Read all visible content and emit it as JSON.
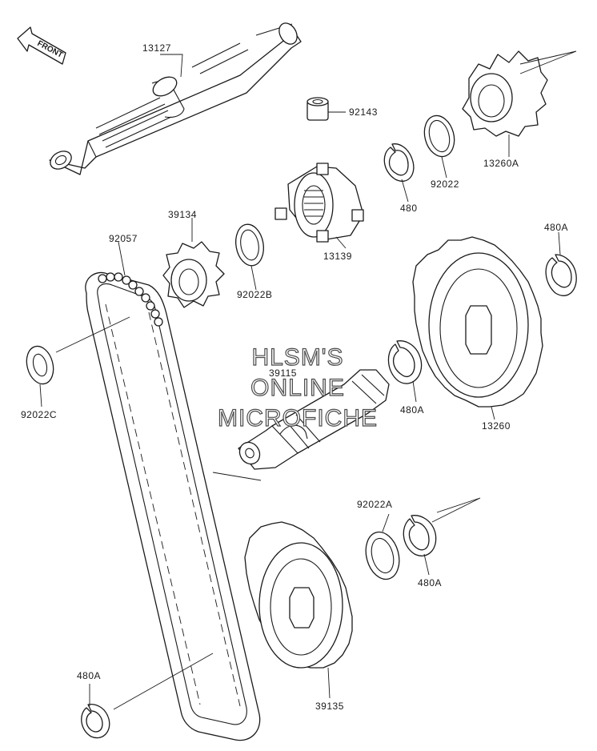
{
  "front_label": "FRONT",
  "watermark": [
    "HLSM'S",
    "ONLINE",
    "MICROFICHE"
  ],
  "parts": {
    "p13127": "13127",
    "p92143": "92143",
    "p13260A": "13260A",
    "p480": "480",
    "p92022": "92022",
    "p39134": "39134",
    "p92057": "92057",
    "p13139": "13139",
    "p92022B": "92022B",
    "p480A_1": "480A",
    "p92022C": "92022C",
    "p39115": "39115",
    "p480A_2": "480A",
    "p13260": "13260",
    "p92022A": "92022A",
    "p480A_3": "480A",
    "p480A_4": "480A",
    "p39135": "39135"
  }
}
